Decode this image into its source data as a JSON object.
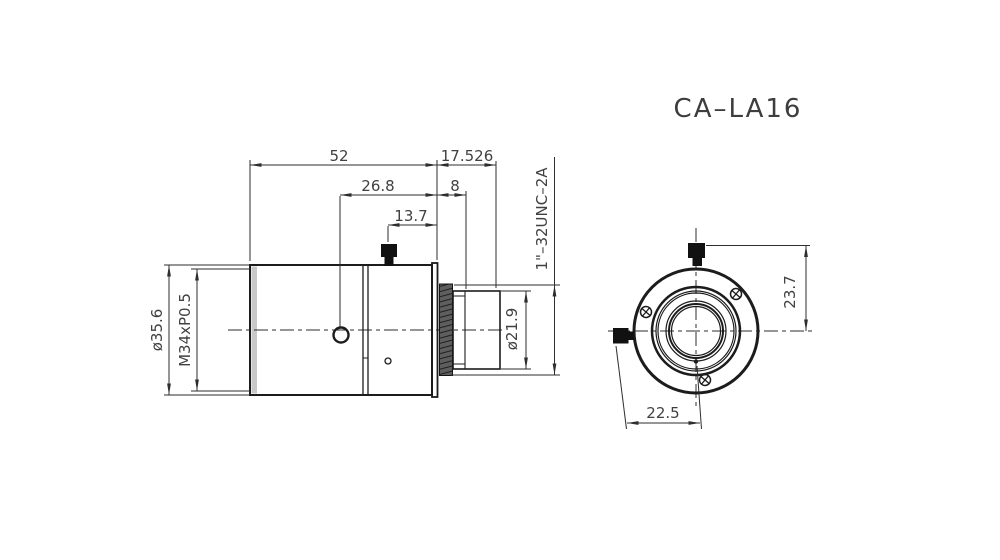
{
  "title": "CA–LA16",
  "colors": {
    "line": "#1c1c1c",
    "dimension": "#2e2e2e",
    "knurl_fill": "#5e5e5e",
    "edge_shade": "#c8c8c8",
    "thumbscrew_fill": "#111111",
    "background": "#ffffff"
  },
  "side_view": {
    "description": "lens side profile",
    "dims": {
      "overall_length": "52",
      "mount_protrusion": "17.526",
      "focus_ring_span": "26.8",
      "front_step": "8",
      "thumbscrew_offset": "13.7",
      "body_diameter": "ø35.6",
      "rear_thread": "M34xP0.5",
      "front_barrel_diameter": "ø21.9",
      "mount_thread": "1\"–32UNC–2A"
    }
  },
  "front_view": {
    "description": "lens front face",
    "dims": {
      "center_to_thumbscrew_top": "23.7",
      "thumbscrew_to_axis": "22.5"
    }
  }
}
